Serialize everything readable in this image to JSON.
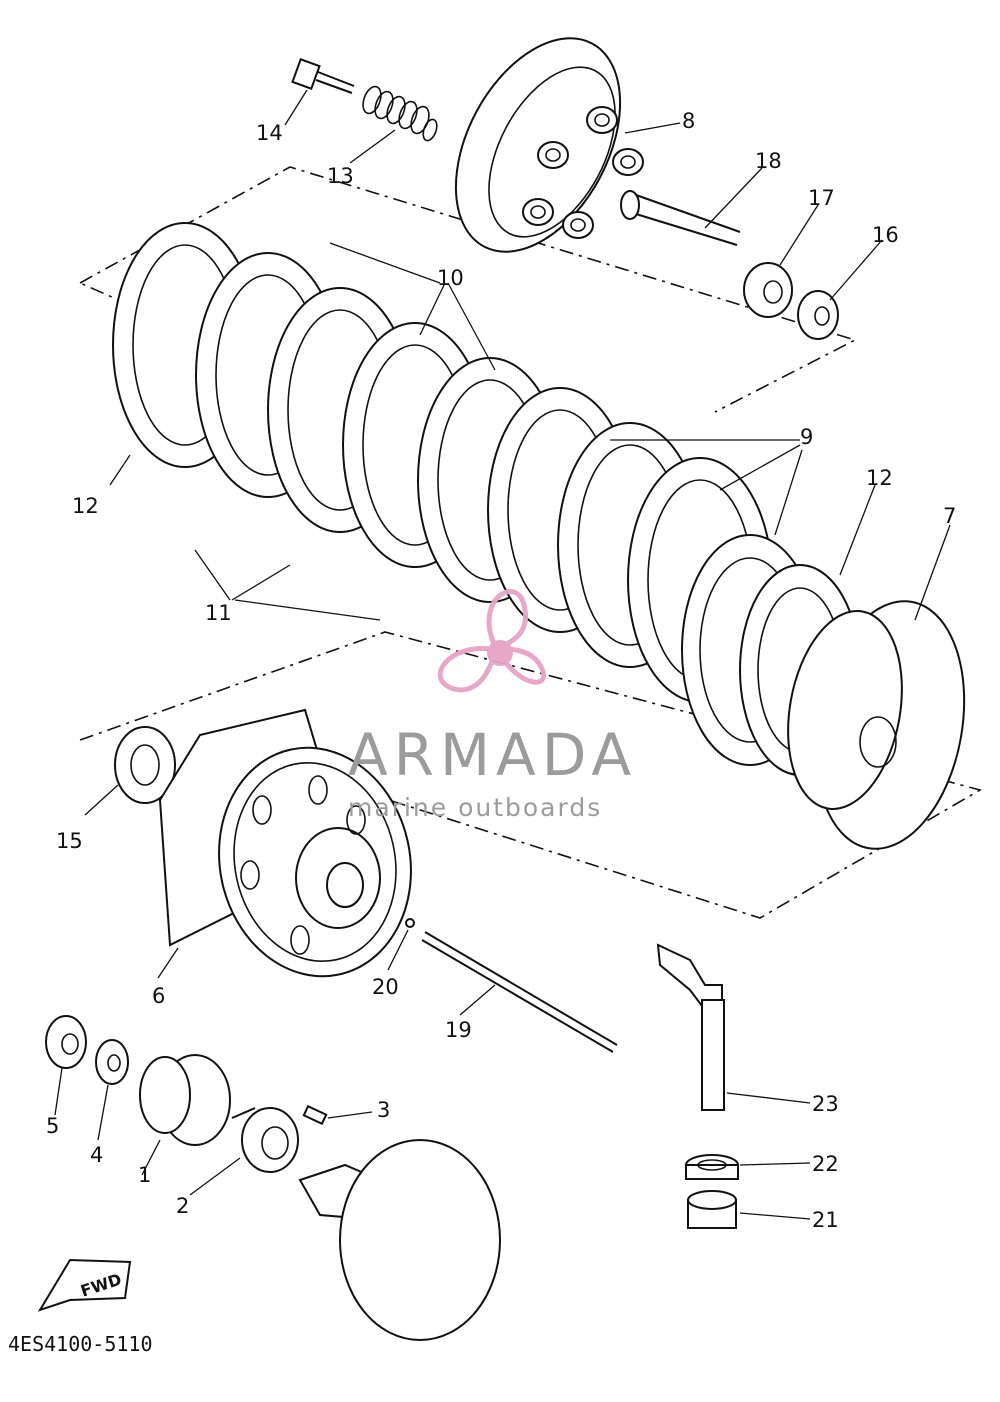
{
  "diagram": {
    "part_callouts": [
      "1",
      "2",
      "3",
      "4",
      "5",
      "6",
      "7",
      "8",
      "9",
      "10",
      "11",
      "12",
      "12",
      "13",
      "14",
      "15",
      "16",
      "17",
      "18",
      "19",
      "20",
      "21",
      "22",
      "23"
    ],
    "drawing_code": "4ES4100-5110",
    "direction_marker": "FWD"
  },
  "watermark": {
    "brand": "ARMADA",
    "tagline": "marine outboards",
    "logo_color": "#e7a3c7",
    "text_color": "#9b9b9b"
  }
}
